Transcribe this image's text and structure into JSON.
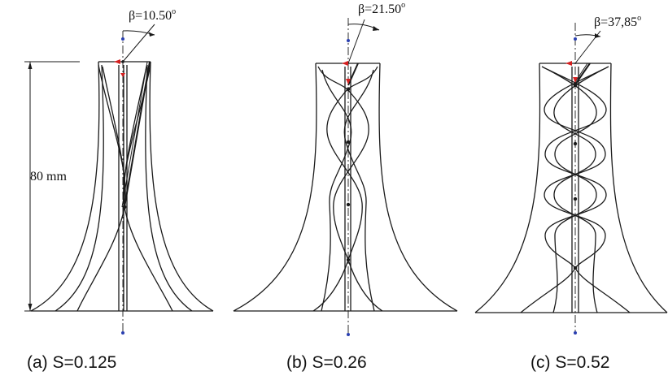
{
  "dimension": {
    "label": "80 mm"
  },
  "panels": [
    {
      "angle_label": "β=10.50",
      "angle_sup": "o",
      "caption": "(a) S=0.125"
    },
    {
      "angle_label": "β=21.50",
      "angle_sup": "o",
      "caption": "(b) S=0.26"
    },
    {
      "angle_label": "β=37,85",
      "angle_sup": "o",
      "caption": "(c) S=0.52"
    }
  ],
  "colors": {
    "line": "#1a1a1a",
    "marker_red": "#d42020",
    "marker_blue": "#2a3fb0"
  }
}
